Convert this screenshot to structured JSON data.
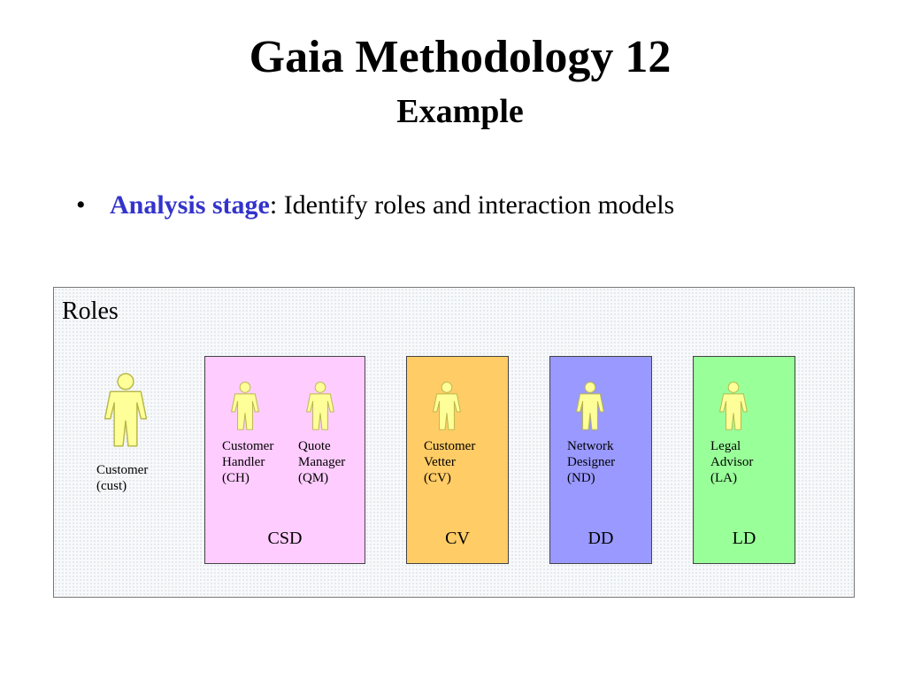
{
  "slide": {
    "title": "Gaia Methodology 12",
    "subtitle": "Example"
  },
  "bullet": {
    "marker": "•",
    "stage": "Analysis stage",
    "rest": ": Identify roles and interaction models"
  },
  "diagram": {
    "label": "Roles",
    "customer": {
      "name": "Customer",
      "abbr": "(cust)"
    },
    "departments": [
      {
        "name": "CSD",
        "color": "#ffccff",
        "roles": [
          {
            "line1": "Customer",
            "line2": "Handler",
            "abbr": "(CH)"
          },
          {
            "line1": "Quote",
            "line2": "Manager",
            "abbr": "(QM)"
          }
        ]
      },
      {
        "name": "CV",
        "color": "#ffcc66",
        "roles": [
          {
            "line1": "Customer",
            "line2": "Vetter",
            "abbr": "(CV)"
          }
        ]
      },
      {
        "name": "DD",
        "color": "#9999ff",
        "roles": [
          {
            "line1": "Network",
            "line2": "Designer",
            "abbr": "(ND)"
          }
        ]
      },
      {
        "name": "LD",
        "color": "#99ff99",
        "roles": [
          {
            "line1": "Legal",
            "line2": "Advisor",
            "abbr": "(LA)"
          }
        ]
      }
    ],
    "figure_color": "#ffff99",
    "figure_stroke": "#b8b84a"
  }
}
